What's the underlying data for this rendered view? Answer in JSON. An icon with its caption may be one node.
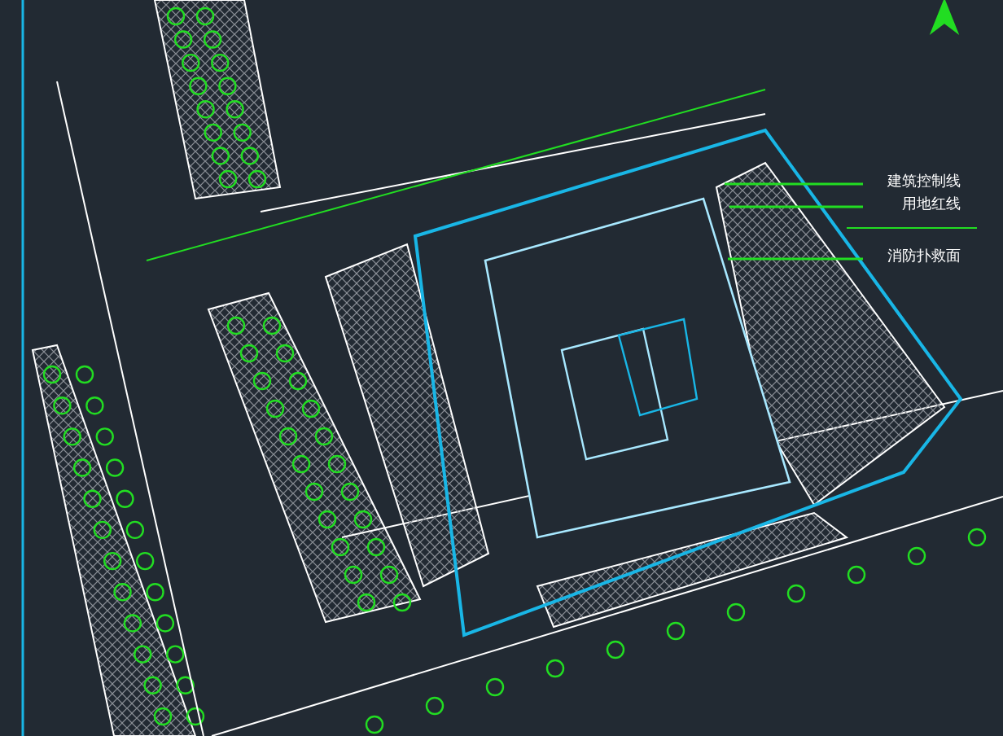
{
  "diagram": {
    "nodes": [
      {
        "text": [
          "建筑控制线"
        ]
      },
      {
        "text": [
          "用地红线"
        ]
      },
      {
        "text": [
          "消防扑救面"
        ]
      }
    ],
    "edges": [
      {
        "from": 0,
        "to": null,
        "arrow": "none"
      },
      {
        "from": 1,
        "to": null,
        "arrow": "none"
      },
      {
        "from": 2,
        "to": null,
        "arrow": "none"
      }
    ]
  }
}
